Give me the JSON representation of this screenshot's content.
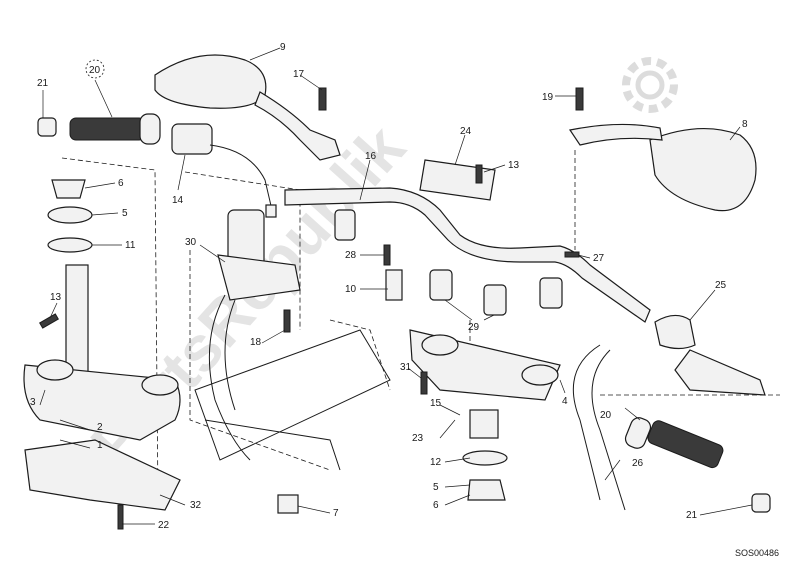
{
  "watermark": "PartsRepublik",
  "diagram_code": "SOS00486",
  "colors": {
    "line": "#1c1c1c",
    "part_fill": "#f2f2f2",
    "watermark": "#e4e4e4"
  },
  "callouts": {
    "c21a": "21",
    "c20a": "20",
    "c9": "9",
    "c17": "17",
    "c19": "19",
    "c8": "8",
    "c24": "24",
    "c13a": "13",
    "c16": "16",
    "c6a": "6",
    "c5a": "5",
    "c11": "11",
    "c14": "14",
    "c30": "30",
    "c28": "28",
    "c27": "27",
    "c25": "25",
    "c10": "10",
    "c29": "29",
    "c13b": "13",
    "c18": "18",
    "c31": "31",
    "c4": "4",
    "c3": "3",
    "c2": "2",
    "c1": "1",
    "c15": "15",
    "c23": "23",
    "c12": "12",
    "c5b": "5",
    "c6b": "6",
    "c20b": "20",
    "c26": "26",
    "c32": "32",
    "c22": "22",
    "c7": "7",
    "c21b": "21"
  },
  "icons": [
    "gear-icon"
  ]
}
